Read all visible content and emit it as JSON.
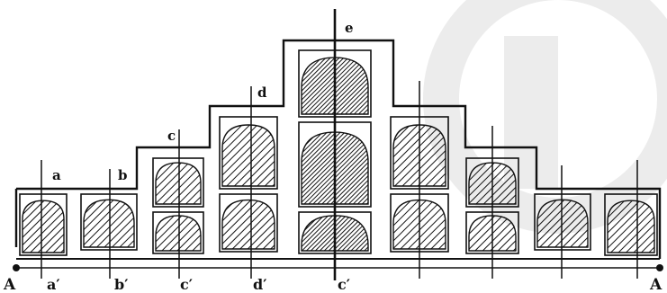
{
  "diagram": {
    "axis_labels": {
      "a": "a",
      "b": "b",
      "c": "c",
      "d": "d",
      "e": "e",
      "a_prime": "a′",
      "b_prime": "b′",
      "c_prime": "c′",
      "d_prime": "d′",
      "e_prime": "c′"
    },
    "end_labels": {
      "left": "A",
      "right": "A"
    },
    "colors": {
      "ink": "#111111",
      "paper": "#ffffff",
      "watermark": "#ececec"
    }
  }
}
